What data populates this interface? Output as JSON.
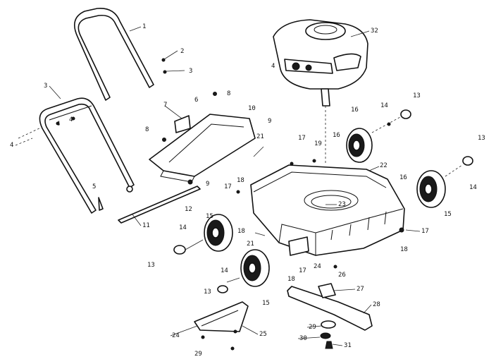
{
  "callouts": [
    {
      "id": "c1",
      "label": "1"
    },
    {
      "id": "c2",
      "label": "2"
    },
    {
      "id": "c3",
      "label": "3"
    },
    {
      "id": "c3b",
      "label": "3"
    },
    {
      "id": "c4",
      "label": "4"
    },
    {
      "id": "c4b",
      "label": "4"
    },
    {
      "id": "c4c",
      "label": "4"
    },
    {
      "id": "c4d",
      "label": "4"
    },
    {
      "id": "c5",
      "label": "5"
    },
    {
      "id": "c6",
      "label": "6"
    },
    {
      "id": "c7",
      "label": "7"
    },
    {
      "id": "c8",
      "label": "8"
    },
    {
      "id": "c8b",
      "label": "8"
    },
    {
      "id": "c9",
      "label": "9"
    },
    {
      "id": "c9b",
      "label": "9"
    },
    {
      "id": "c10",
      "label": "10"
    },
    {
      "id": "c11",
      "label": "11"
    },
    {
      "id": "c12",
      "label": "12"
    },
    {
      "id": "c13a",
      "label": "13"
    },
    {
      "id": "c13b",
      "label": "13"
    },
    {
      "id": "c13c",
      "label": "13"
    },
    {
      "id": "c13d",
      "label": "13"
    },
    {
      "id": "c14a",
      "label": "14"
    },
    {
      "id": "c14b",
      "label": "14"
    },
    {
      "id": "c14c",
      "label": "14"
    },
    {
      "id": "c14d",
      "label": "14"
    },
    {
      "id": "c15a",
      "label": "15"
    },
    {
      "id": "c15b",
      "label": "15"
    },
    {
      "id": "c15c",
      "label": "15"
    },
    {
      "id": "c16a",
      "label": "16"
    },
    {
      "id": "c16b",
      "label": "16"
    },
    {
      "id": "c16c",
      "label": "16"
    },
    {
      "id": "c17a",
      "label": "17"
    },
    {
      "id": "c17b",
      "label": "17"
    },
    {
      "id": "c17c",
      "label": "17"
    },
    {
      "id": "c17d",
      "label": "17"
    },
    {
      "id": "c18a",
      "label": "18"
    },
    {
      "id": "c18b",
      "label": "18"
    },
    {
      "id": "c18c",
      "label": "18"
    },
    {
      "id": "c18d",
      "label": "18"
    },
    {
      "id": "c19",
      "label": "19"
    },
    {
      "id": "c21a",
      "label": "21"
    },
    {
      "id": "c21b",
      "label": "21"
    },
    {
      "id": "c22",
      "label": "22"
    },
    {
      "id": "c23",
      "label": "23"
    },
    {
      "id": "c24a",
      "label": "24"
    },
    {
      "id": "c24b",
      "label": "24"
    },
    {
      "id": "c25",
      "label": "25"
    },
    {
      "id": "c26",
      "label": "26"
    },
    {
      "id": "c27",
      "label": "27"
    },
    {
      "id": "c28",
      "label": "28"
    },
    {
      "id": "c29a",
      "label": "29"
    },
    {
      "id": "c29b",
      "label": "29"
    },
    {
      "id": "c30",
      "label": "30"
    },
    {
      "id": "c31",
      "label": "31"
    },
    {
      "id": "c32",
      "label": "32"
    }
  ]
}
